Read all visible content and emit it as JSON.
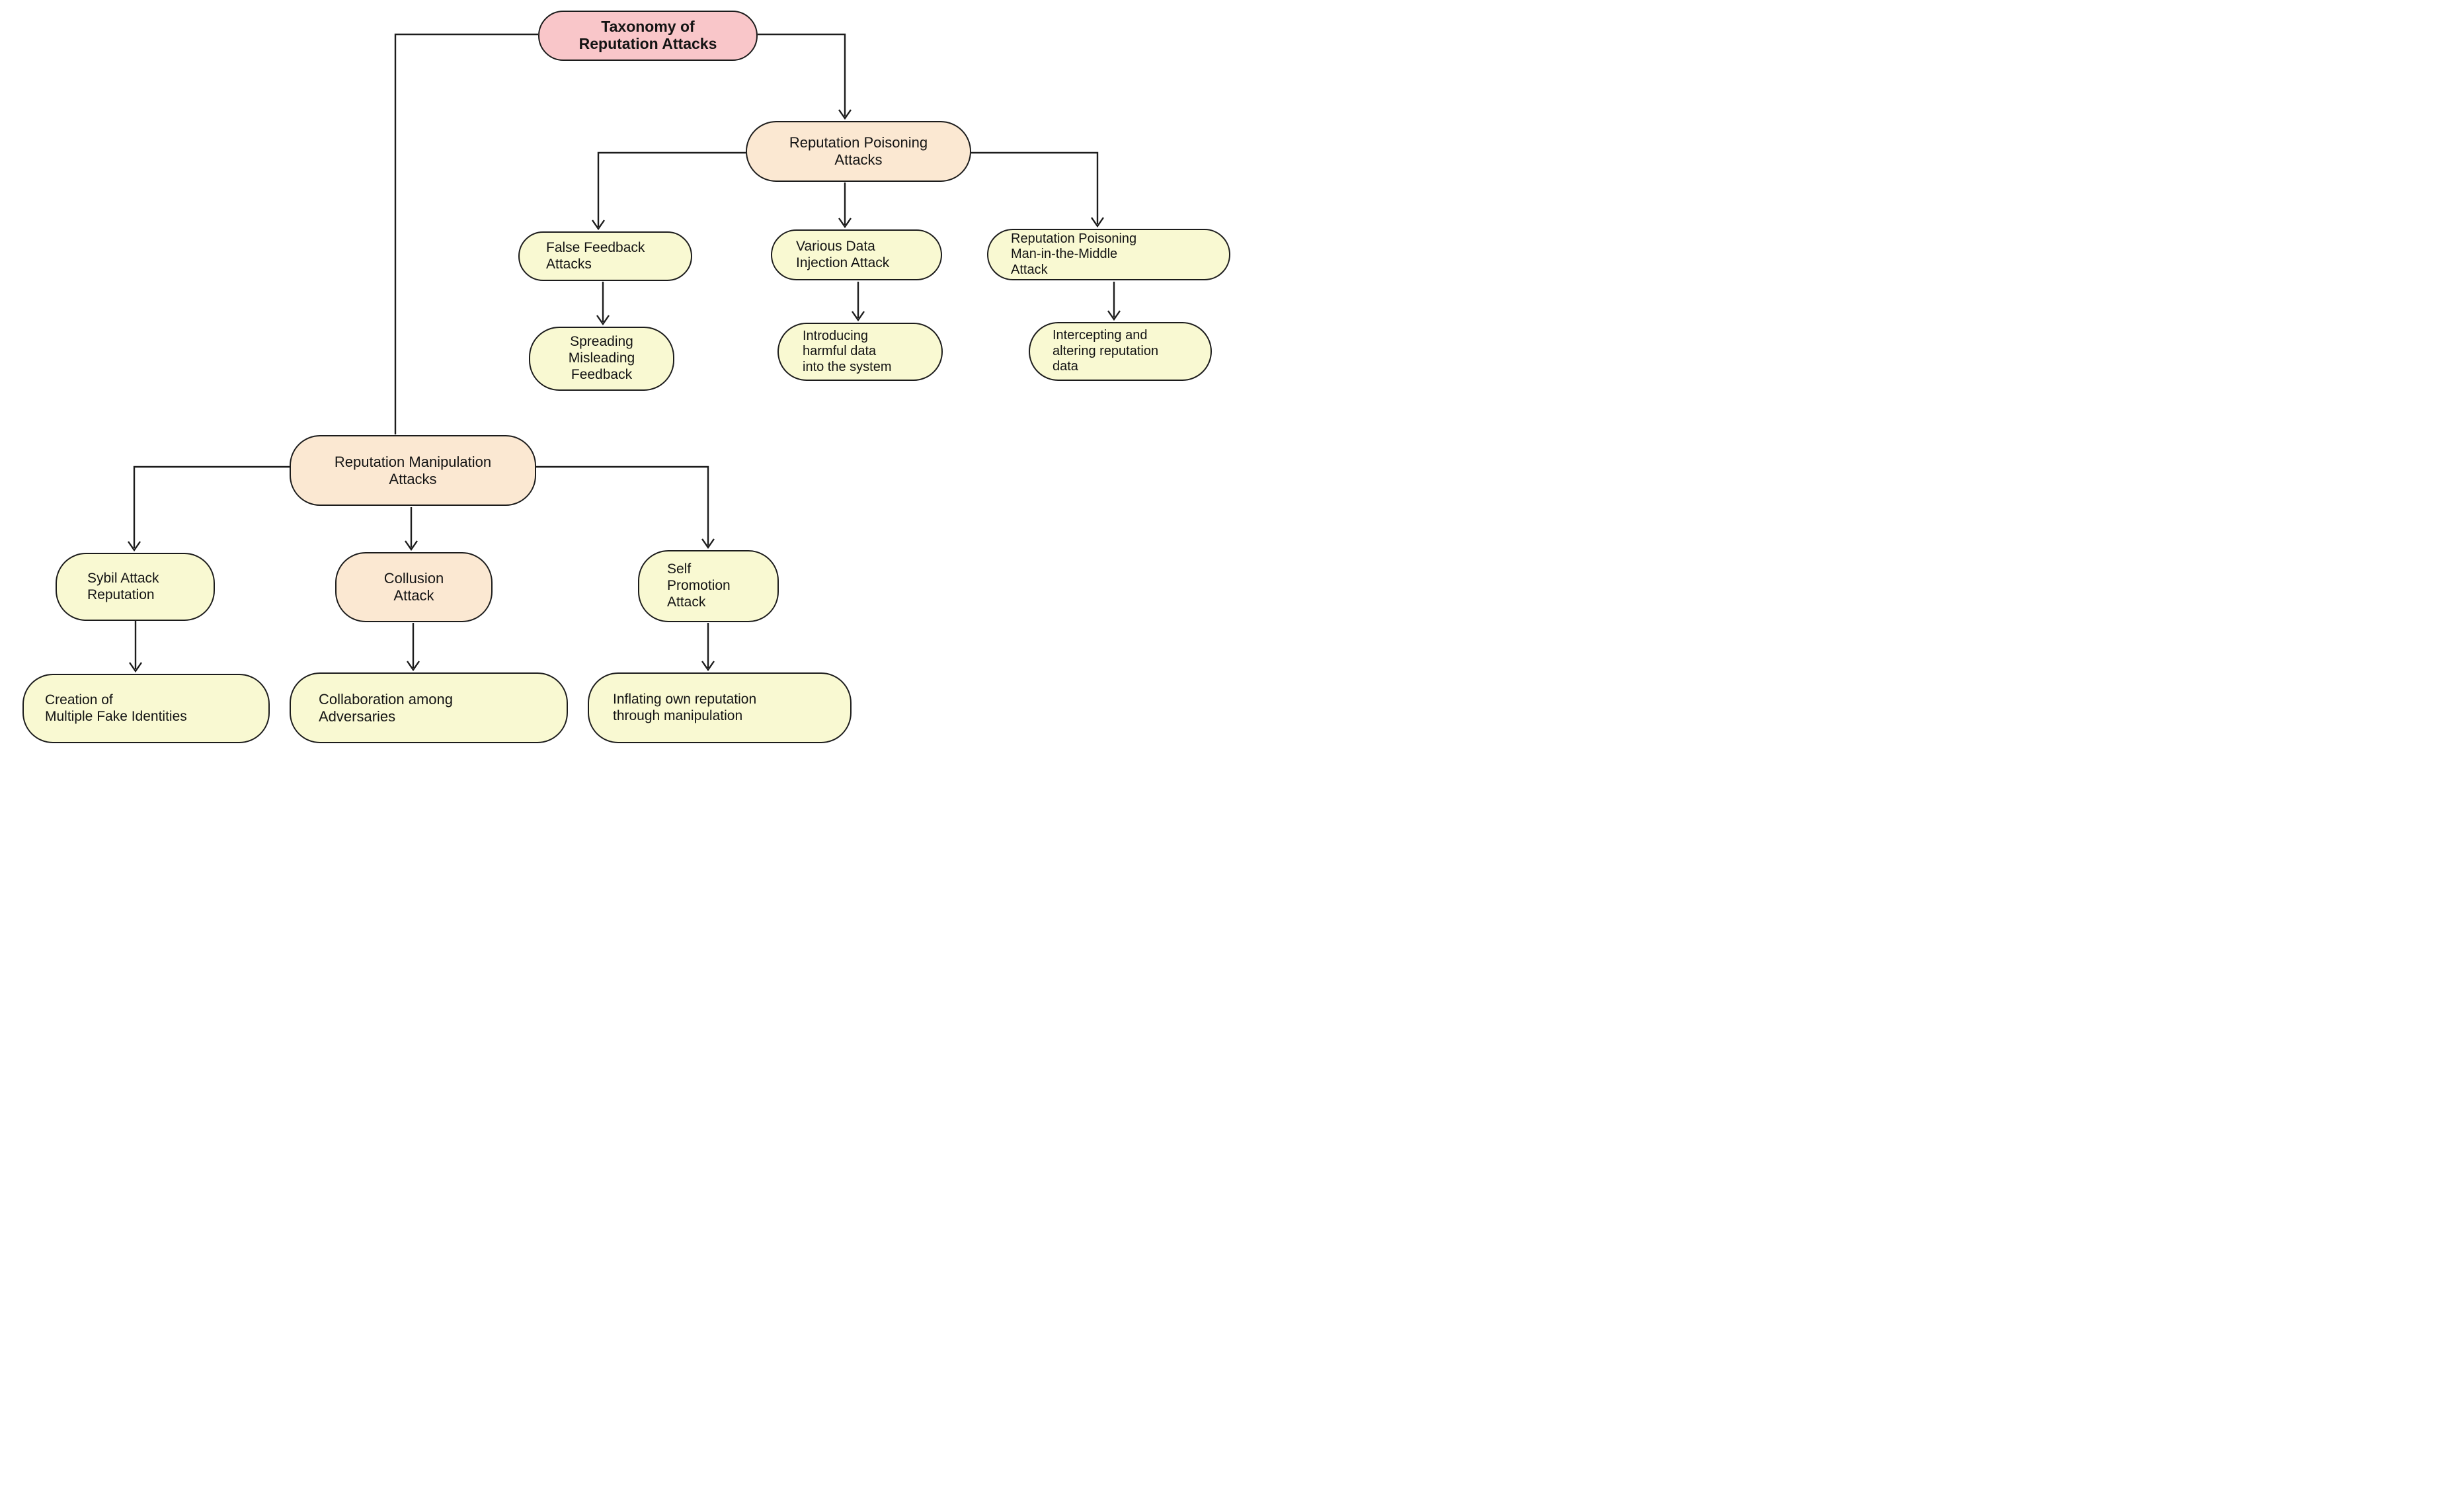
{
  "diagram_title": "Taxonomy of Reputation Attacks",
  "colors": {
    "background": "#ffffff",
    "outline": "#1c1c1c",
    "root_fill": "#f9c6c9",
    "branch_fill": "#fbe8d2",
    "leaf_fill": "#f9f9d2"
  },
  "nodes": {
    "root": {
      "label": "Taxonomy of\nReputation Attacks",
      "fill": "#f9c6c9"
    },
    "poisoning": {
      "label": "Reputation Poisoning\nAttacks",
      "fill": "#fbe8d2"
    },
    "false_feedback": {
      "label": "False Feedback\nAttacks",
      "fill": "#f9f9d2"
    },
    "spreading": {
      "label": "Spreading\nMisleading\nFeedback",
      "fill": "#f9f9d2"
    },
    "various_data": {
      "label": "Various Data\nInjection Attack",
      "fill": "#f9f9d2"
    },
    "introducing": {
      "label": "Introducing\nharmful data\ninto the system",
      "fill": "#f9f9d2"
    },
    "mitm": {
      "label": "Reputation Poisoning\nMan-in-the-Middle\nAttack",
      "fill": "#f9f9d2"
    },
    "intercepting": {
      "label": "Intercepting and\naltering reputation\ndata",
      "fill": "#f9f9d2"
    },
    "manipulation": {
      "label": "Reputation Manipulation\nAttacks",
      "fill": "#fbe8d2"
    },
    "sybil": {
      "label": "Sybil Attack\nReputation",
      "fill": "#f9f9d2"
    },
    "creation": {
      "label": "Creation of\nMultiple Fake Identities",
      "fill": "#f9f9d2"
    },
    "collusion": {
      "label": "Collusion\nAttack",
      "fill": "#fbe8d2"
    },
    "collaboration": {
      "label": "Collaboration among\nAdversaries",
      "fill": "#f9f9d2"
    },
    "self_promotion": {
      "label": "Self\nPromotion\nAttack",
      "fill": "#f9f9d2"
    },
    "inflating": {
      "label": "Inflating own reputation\nthrough manipulation",
      "fill": "#f9f9d2"
    }
  },
  "edges": [
    {
      "from": "root",
      "to": "poisoning"
    },
    {
      "from": "root",
      "to": "manipulation"
    },
    {
      "from": "poisoning",
      "to": "false_feedback"
    },
    {
      "from": "poisoning",
      "to": "various_data"
    },
    {
      "from": "poisoning",
      "to": "mitm"
    },
    {
      "from": "false_feedback",
      "to": "spreading"
    },
    {
      "from": "various_data",
      "to": "introducing"
    },
    {
      "from": "mitm",
      "to": "intercepting"
    },
    {
      "from": "manipulation",
      "to": "sybil"
    },
    {
      "from": "manipulation",
      "to": "collusion"
    },
    {
      "from": "manipulation",
      "to": "self_promotion"
    },
    {
      "from": "sybil",
      "to": "creation"
    },
    {
      "from": "collusion",
      "to": "collaboration"
    },
    {
      "from": "self_promotion",
      "to": "inflating"
    }
  ]
}
